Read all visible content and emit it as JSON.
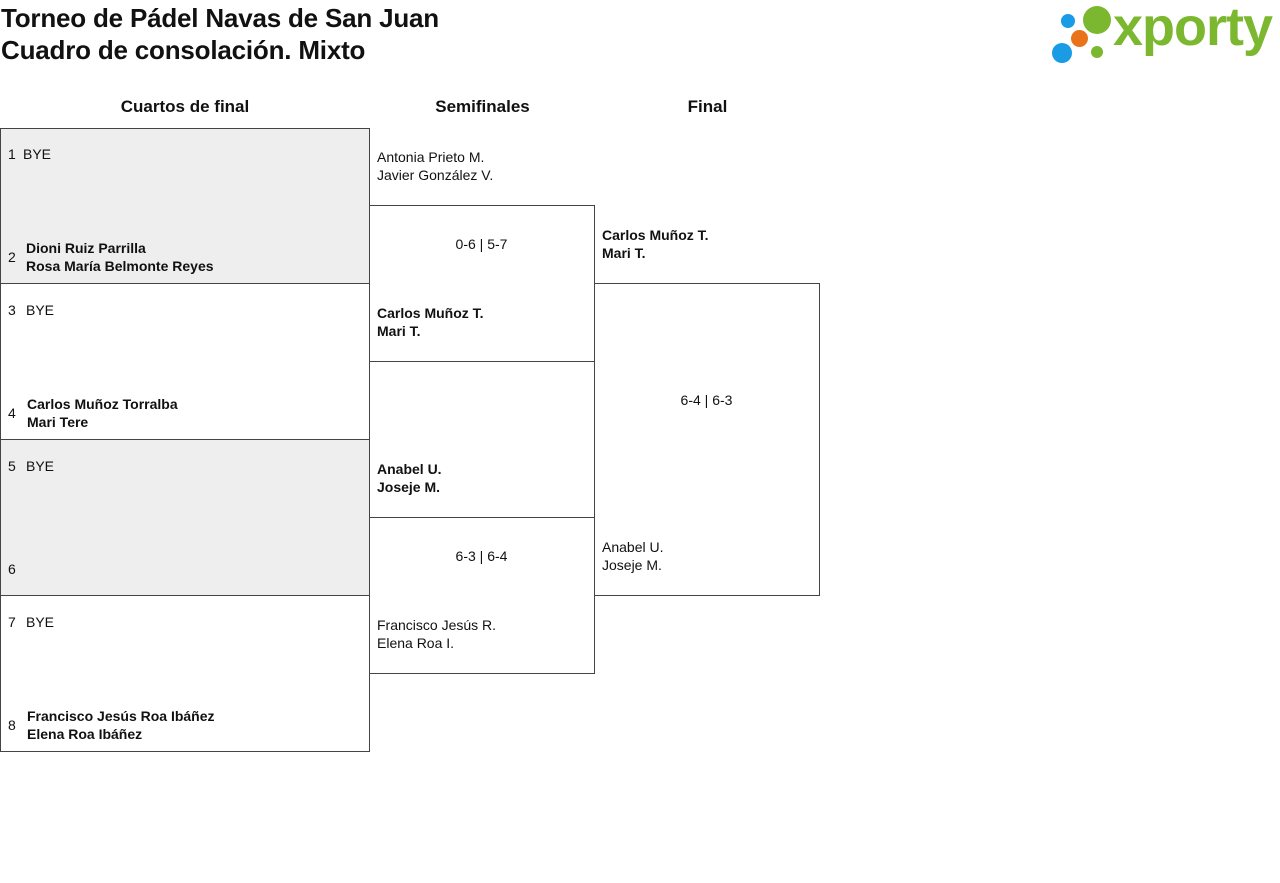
{
  "header": {
    "title_line1": "Torneo de Pádel Navas de San Juan",
    "title_line2": "Cuadro de consolación. Mixto",
    "logo_text": "xporty",
    "logo_colors": {
      "green": "#7cb82f",
      "blue": "#1a9be6",
      "orange": "#e8731a"
    }
  },
  "rounds": {
    "r1": "Cuartos de final",
    "r2": "Semifinales",
    "r3": "Final"
  },
  "quarterfinals": [
    {
      "num": "1",
      "p1": "BYE",
      "p2": ""
    },
    {
      "num": "2",
      "p1": "Dioni Ruiz Parrilla",
      "p2": "Rosa María Belmonte Reyes"
    },
    {
      "num": "3",
      "p1": "BYE",
      "p2": ""
    },
    {
      "num": "4",
      "p1": "Carlos Muñoz Torralba",
      "p2": "Mari Tere"
    },
    {
      "num": "5",
      "p1": "BYE",
      "p2": ""
    },
    {
      "num": "6",
      "p1": "",
      "p2": ""
    },
    {
      "num": "7",
      "p1": "BYE",
      "p2": ""
    },
    {
      "num": "8",
      "p1": "Francisco Jesús Roa Ibáñez",
      "p2": "Elena Roa Ibáñez"
    }
  ],
  "semifinals": [
    {
      "p1": "Antonia Prieto M.",
      "p2": "Javier González V."
    },
    {
      "p1": "Carlos Muñoz T.",
      "p2": "Mari T."
    },
    {
      "p1": "Anabel U.",
      "p2": "Joseje M."
    },
    {
      "p1": "Francisco Jesús R.",
      "p2": "Elena Roa I."
    }
  ],
  "semi_scores": [
    "0-6 | 5-7",
    "6-3 | 6-4"
  ],
  "final": [
    {
      "p1": "Carlos Muñoz T.",
      "p2": "Mari T."
    },
    {
      "p1": "Anabel U.",
      "p2": "Joseje M."
    }
  ],
  "final_score": "6-4 | 6-3"
}
